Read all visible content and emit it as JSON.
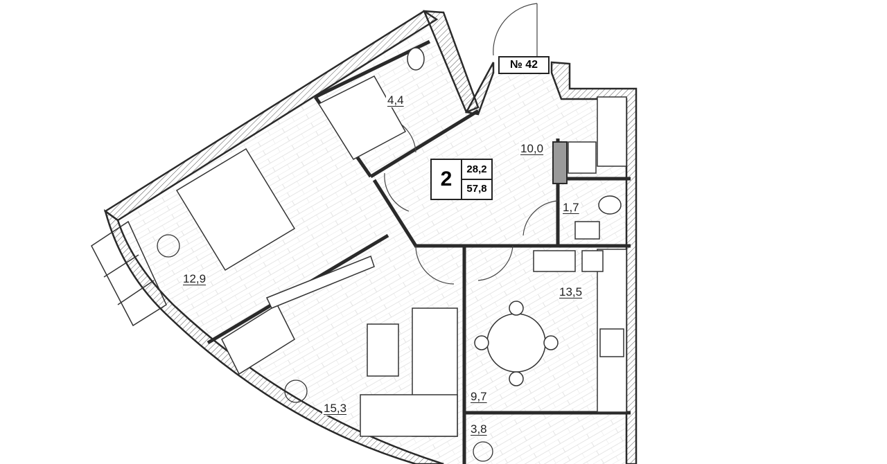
{
  "apartment": {
    "number_label": "№ 42",
    "rooms": "2",
    "living_area": "28,2",
    "total_area": "57,8"
  },
  "rooms": {
    "bathroom": "4,4",
    "hall": "10,0",
    "wc": "1,7",
    "bedroom": "12,9",
    "kitchen": "13,5",
    "living": "15,3",
    "corridor": "9,7",
    "balcony": "3,8"
  },
  "colors": {
    "wall": "#2a2a2a",
    "hatch": "#555555",
    "column": "#9a9a9a"
  }
}
